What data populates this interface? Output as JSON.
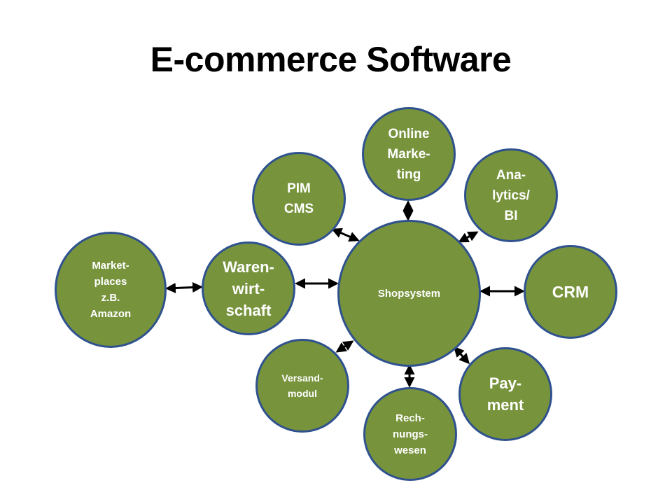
{
  "title": "E-commerce Software",
  "colors": {
    "node_fill": "#77933c",
    "node_border": "#2f528f",
    "node_text": "#ffffff",
    "arrow": "#000000"
  },
  "nodes": {
    "shopsystem": "Shopsystem",
    "online_marketing": "Online\nMarke-\nting",
    "pim_cms": "PIM\nCMS",
    "analytics_bi": "Ana-\nlytics/\nBI",
    "warenwirtschaft": "Waren-\nwirt-\nschaft",
    "marketplaces": "Market-\nplaces\nz.B.\nAmazon",
    "crm": "CRM",
    "versandmodul": "Versand-\nmodul",
    "rechnungswesen": "Rech-\nnungs-\nwesen",
    "payment": "Pay-\nment"
  }
}
